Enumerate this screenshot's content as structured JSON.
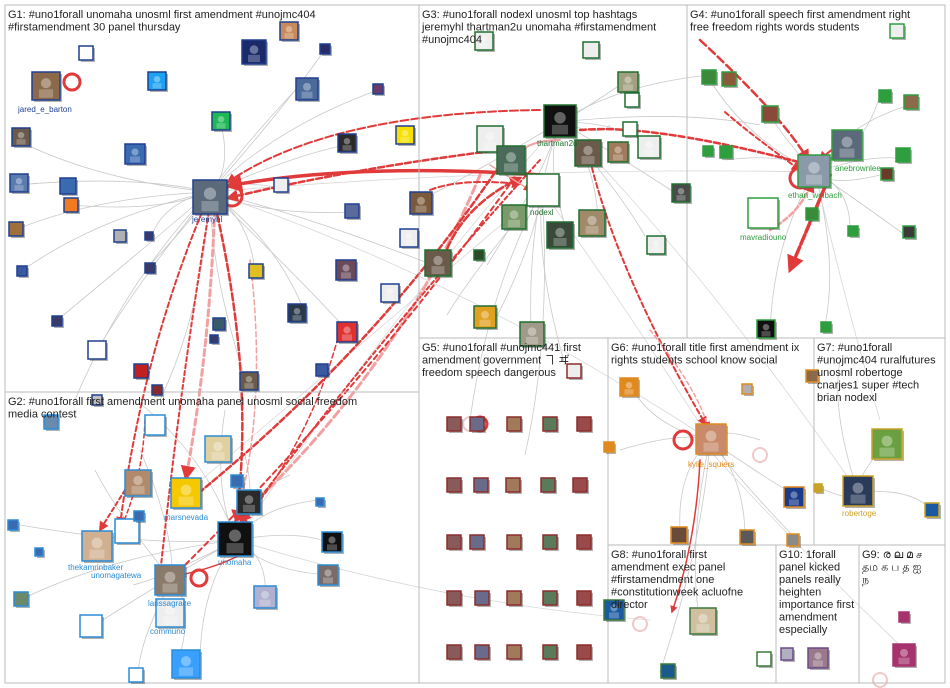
{
  "groups": [
    {
      "id": "G1",
      "lines": [
        "G1: #uno1forall unomaha unosml first amendment #unojmc404",
        "#firstamendment 30 panel thursday"
      ],
      "frame": "#bbbbbb",
      "accent": "#1f3f8f"
    },
    {
      "id": "G2",
      "lines": [
        "G2: #uno1forall first amendment unomaha panel unosml social freedom",
        "media contest"
      ],
      "frame": "#bbbbbb",
      "accent": "#2b8cd6"
    },
    {
      "id": "G3",
      "lines": [
        "G3: #uno1forall nodexl unosml top hashtags",
        "jeremyhl thartman2u unomaha #firstamendment",
        "#unojmc404"
      ],
      "frame": "#bbbbbb",
      "accent": "#1f6f2f"
    },
    {
      "id": "G4",
      "lines": [
        "G4: #uno1forall speech first amendment right",
        "free freedom rights words students"
      ],
      "frame": "#bbbbbb",
      "accent": "#2e9e3e"
    },
    {
      "id": "G5",
      "lines": [
        "G5: #uno1forall #unojmc441 first",
        "amendment government ヿ ヸ",
        "freedom speech dangerous"
      ],
      "frame": "#bbbbbb",
      "accent": "#8b2c2c"
    },
    {
      "id": "G6",
      "lines": [
        "G6: #uno1forall title first amendment ix",
        "rights students school know social"
      ],
      "frame": "#bbbbbb",
      "accent": "#e08a1e"
    },
    {
      "id": "G7",
      "lines": [
        "G7: #uno1forall",
        "#unojmc404 ruralfutures",
        "unosml robertoge",
        "cnarjes1 super #tech",
        "brian nodexl"
      ],
      "frame": "#bbbbbb",
      "accent": "#c9a227"
    },
    {
      "id": "G8",
      "lines": [
        "G8: #uno1forall first",
        "amendment exec panel",
        "#firstamendment one",
        "#constitutionweek acluofne",
        "director"
      ],
      "frame": "#bbbbbb",
      "accent": "#3a7a3a"
    },
    {
      "id": "G9",
      "lines": [
        "G9: ര ല മ ச",
        "தம க ப த ஐ",
        "ந"
      ],
      "frame": "#bbbbbb",
      "accent": "#a6336e"
    },
    {
      "id": "G10",
      "lines": [
        "G10: 1forall",
        "panel kicked",
        "panels really",
        "heighten",
        "importance first",
        "amendment",
        "especially"
      ],
      "frame": "#bbbbbb",
      "accent": "#6a4a8a"
    }
  ],
  "labels": {
    "jared_e_barton": "jared_e_barton",
    "jeremyhl": "jeremyhl",
    "thartman2u": "thartman2u",
    "nodexl": "nodexl",
    "mavradiouno": "mavradiouno",
    "ethan_wolbach": "ethan_wolbach",
    "anebrownlee": "anebrownlee",
    "marsnevada": "marsnevada",
    "thekamrinbaker": "thekamrinbaker",
    "unomaha": "unomaha",
    "unomagatewa": "unomagatewa",
    "larissagrace": "larissagrace",
    "communo": "communo",
    "kylie_squiers": "kylie_squiers",
    "robertoge": "robertoge"
  },
  "colors": {
    "edge_grey": "#c9c9c9",
    "edge_red": "#e03a3a",
    "edge_pink": "#f2a0a0",
    "frame": "#bbbbbb"
  }
}
